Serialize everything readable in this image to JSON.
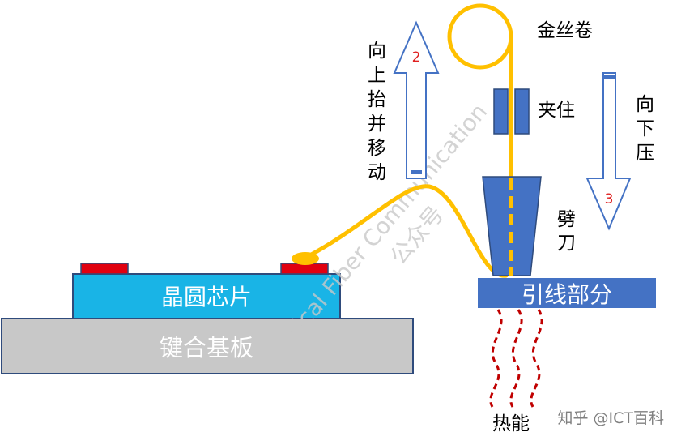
{
  "labels": {
    "substrate": "键合基板",
    "wafer_chip": "晶圆芯片",
    "lead_section": "引线部分",
    "gold_wire_roll": "金丝卷",
    "clamp": "夹住",
    "cleaver": "劈刀",
    "heat": "热能",
    "lift_move": "向上抬并移动",
    "press_down": "向下压",
    "step_lift": "2",
    "step_press": "3"
  },
  "watermarks": {
    "diagonal": "Optical Fiber Communication",
    "diagonal_sub": "公众号",
    "corner": "知乎 @ICT百科"
  },
  "colors": {
    "substrate": "#c8c8c8",
    "chip": "#19b4e6",
    "pad": "#e00010",
    "lead_bar": "#4472c4",
    "tool": "#4472c4",
    "arrow_outline": "#4472c4",
    "step_number": "#e02020",
    "gold_wire": "#ffc000",
    "heat_wave": "#c00000"
  }
}
